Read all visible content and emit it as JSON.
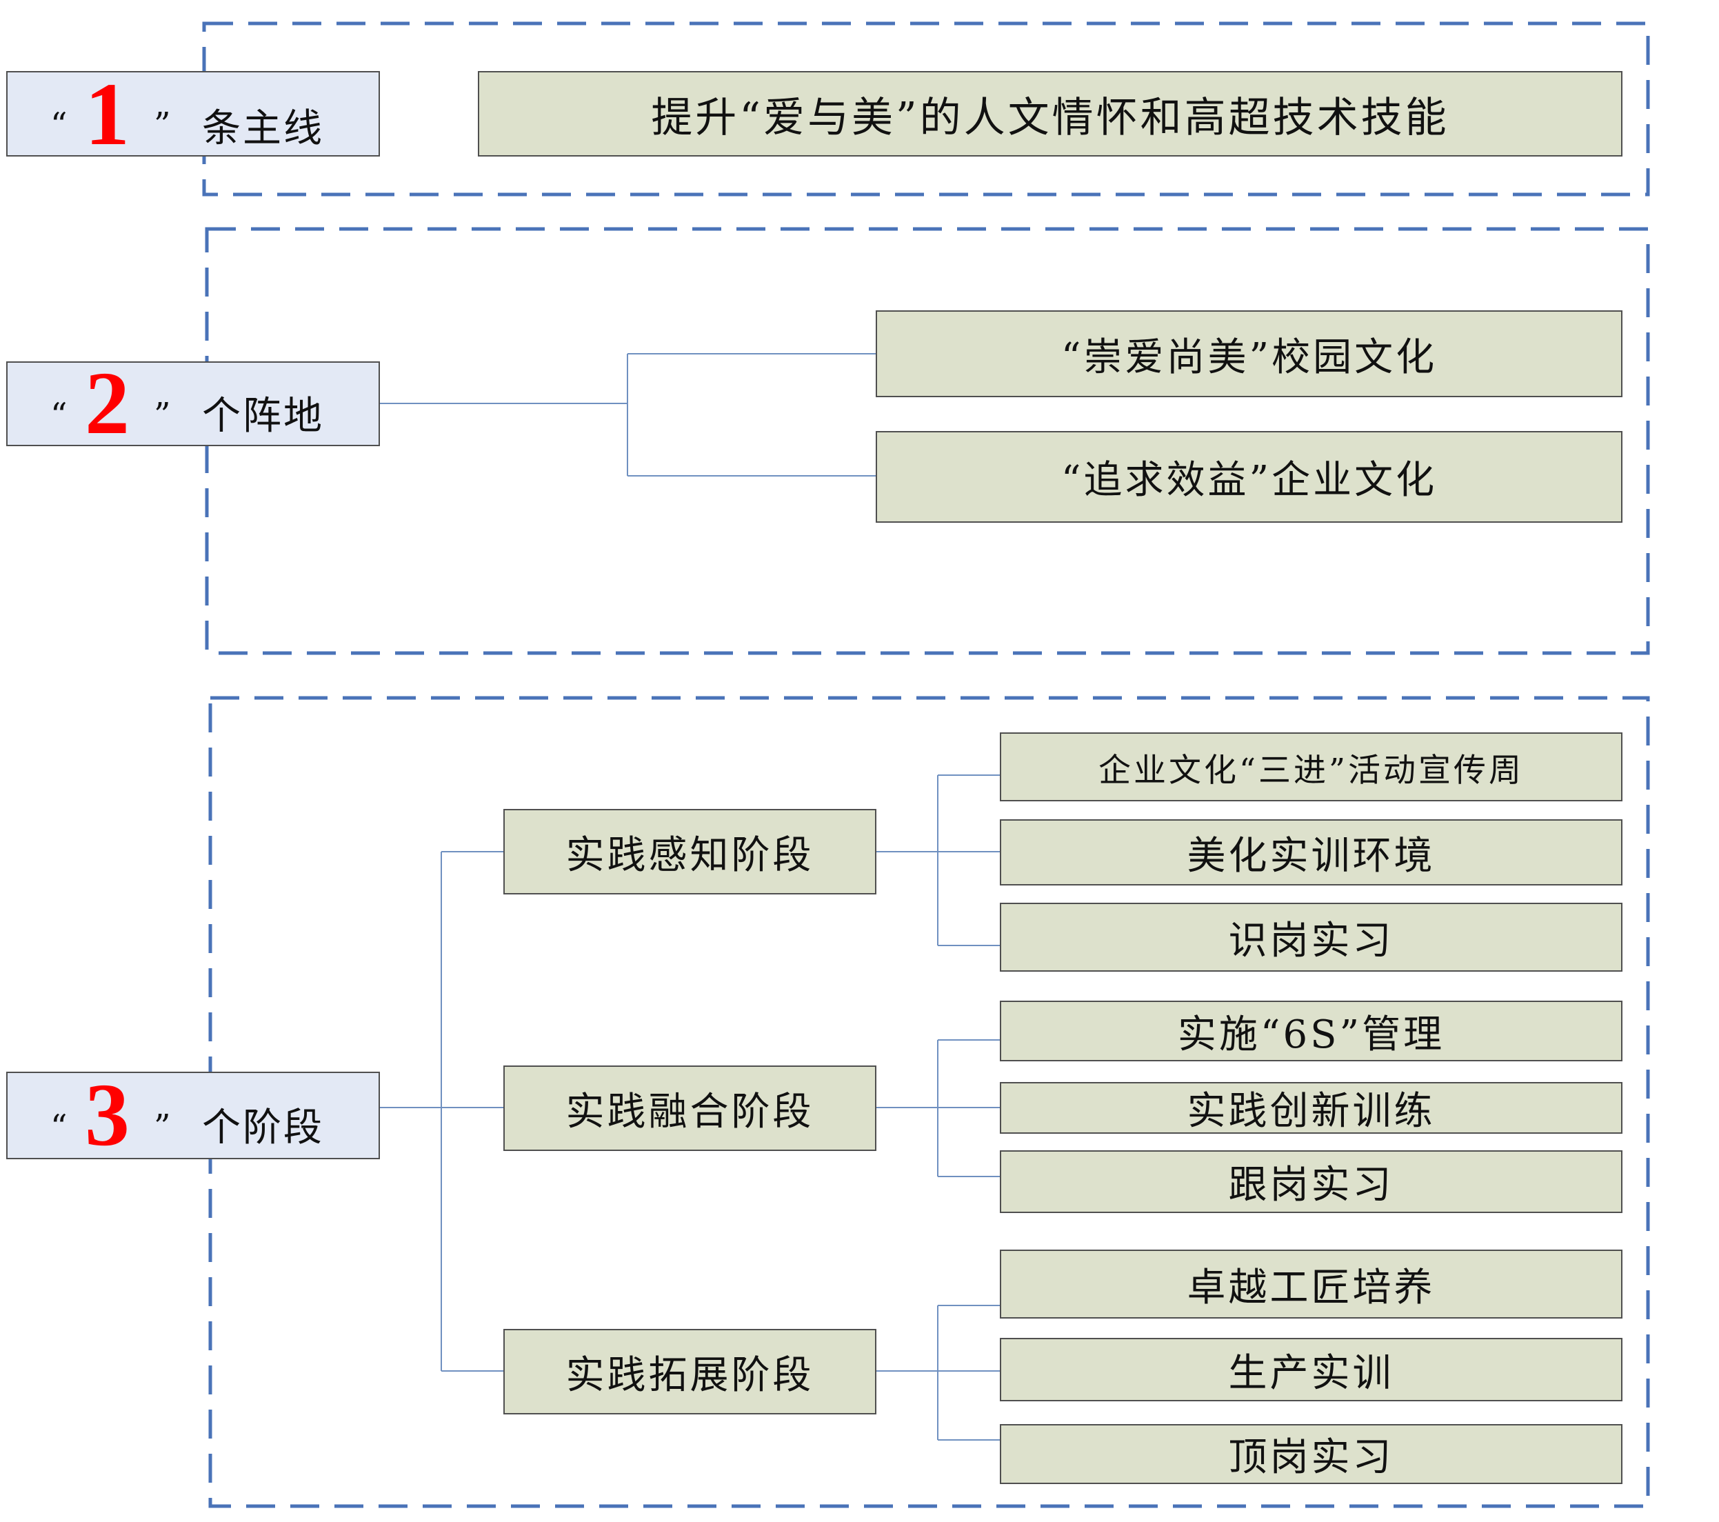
{
  "colors": {
    "accent_red": "#ff0000",
    "dash_blue": "#4a73b8",
    "connector": "#6f90c0",
    "box_fill": "#dde1cc",
    "label_fill": "#e3e9f5"
  },
  "section1": {
    "label": {
      "open_quote": "“",
      "number": "1",
      "close_quote": "”",
      "suffix": "条主线"
    },
    "mainline": "提升“爱与美”的人文情怀和高超技术技能"
  },
  "section2": {
    "label": {
      "open_quote": "“",
      "number": "2",
      "close_quote": "”",
      "suffix": "个阵地"
    },
    "fields": [
      "“崇爱尚美”校园文化",
      "“追求效益”企业文化"
    ]
  },
  "section3": {
    "label": {
      "open_quote": "“",
      "number": "3",
      "close_quote": "”",
      "suffix": "个阶段"
    },
    "stages": [
      {
        "name": "实践感知阶段",
        "items": [
          "企业文化“三进”活动宣传周",
          "美化实训环境",
          "识岗实习"
        ]
      },
      {
        "name": "实践融合阶段",
        "items": [
          "实施“6S”管理",
          "实践创新训练",
          "跟岗实习"
        ]
      },
      {
        "name": "实践拓展阶段",
        "items": [
          "卓越工匠培养",
          "生产实训",
          "顶岗实习"
        ]
      }
    ]
  }
}
